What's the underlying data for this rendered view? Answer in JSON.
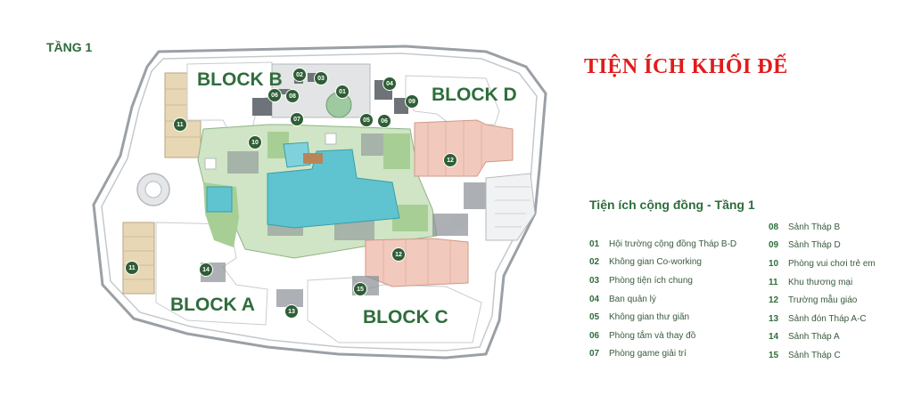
{
  "floor_label": "TẦNG 1",
  "title": "TIỆN ÍCH KHỐI ĐẾ",
  "blocks": {
    "a": "BLOCK A",
    "b": "BLOCK B",
    "c": "BLOCK C",
    "d": "BLOCK D"
  },
  "markers": [
    "01",
    "02",
    "03",
    "04",
    "05",
    "06",
    "06",
    "07",
    "08",
    "09",
    "10",
    "11",
    "11",
    "12",
    "12",
    "13",
    "14",
    "15"
  ],
  "legend": {
    "title": "Tiện ích cộng đồng - Tầng 1",
    "left_items": [
      {
        "num": "01",
        "label": "Hội trường cộng đồng Tháp B-D"
      },
      {
        "num": "02",
        "label": "Không gian Co-working"
      },
      {
        "num": "03",
        "label": "Phòng tiện ích chung"
      },
      {
        "num": "04",
        "label": "Ban quản lý"
      },
      {
        "num": "05",
        "label": "Không gian thư giãn"
      },
      {
        "num": "06",
        "label": "Phòng tắm và thay đồ"
      },
      {
        "num": "07",
        "label": "Phòng game giải trí"
      }
    ],
    "right_items": [
      {
        "num": "08",
        "label": "Sảnh Tháp B"
      },
      {
        "num": "09",
        "label": "Sảnh Tháp D"
      },
      {
        "num": "10",
        "label": "Phòng vui chơi trẻ em"
      },
      {
        "num": "11",
        "label": "Khu thương mại"
      },
      {
        "num": "12",
        "label": "Trường mẫu giáo"
      },
      {
        "num": "13",
        "label": "Sảnh đón Tháp A-C"
      },
      {
        "num": "14",
        "label": "Sảnh Tháp A"
      },
      {
        "num": "15",
        "label": "Sảnh Tháp C"
      }
    ]
  },
  "colors": {
    "brand_green": "#2f6d3b",
    "title_red": "#e11b1b",
    "pool_blue": "#5fc4d0",
    "kindergarten_pink": "#f2c9bd",
    "commercial_beige": "#e8d7b5"
  }
}
